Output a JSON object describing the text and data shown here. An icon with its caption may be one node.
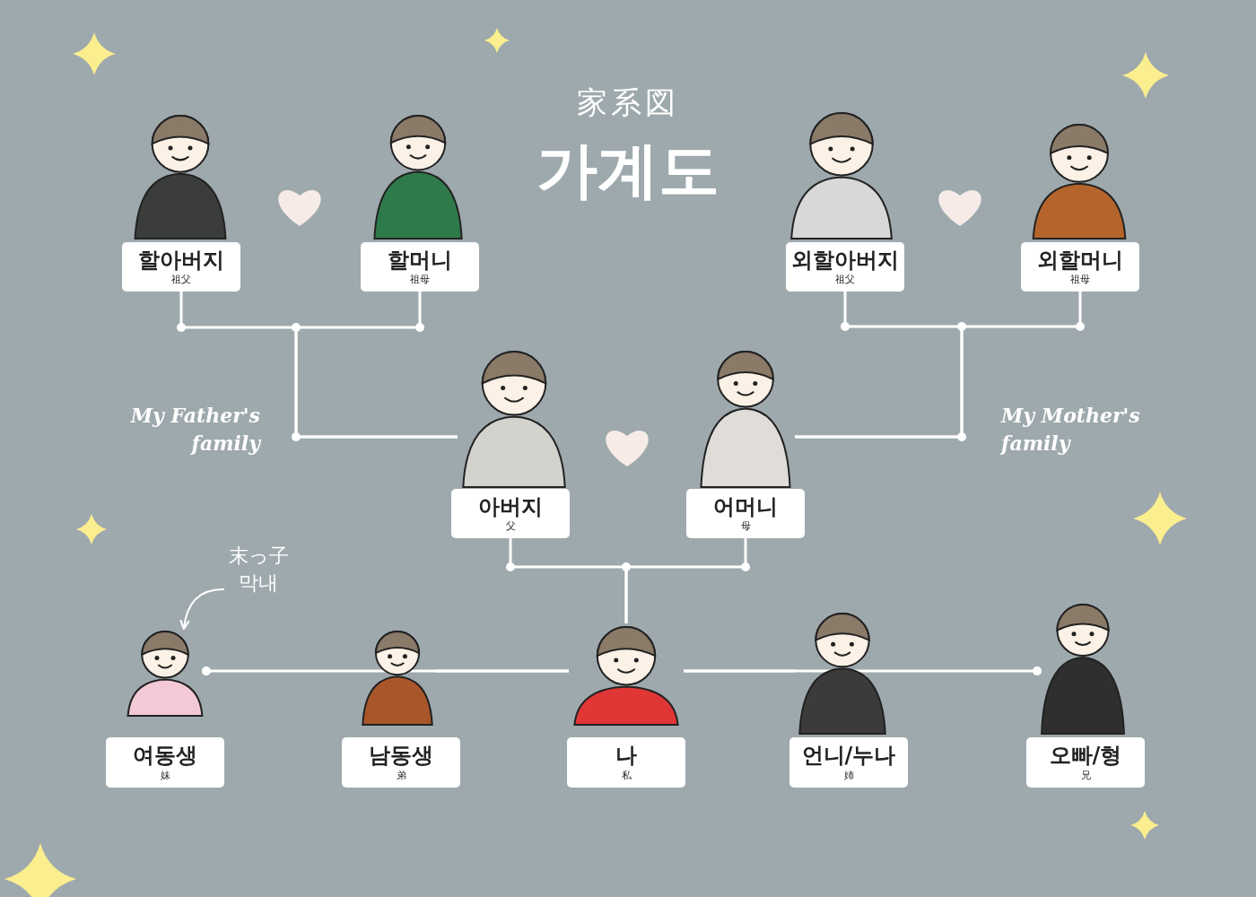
{
  "diagram": {
    "title": "가계도",
    "nodes": [
      {
        "text": [],
        "shape": "person"
      },
      {
        "text": [
          "할아버지",
          "祖父"
        ]
      },
      {
        "text": [],
        "shape": "person"
      },
      {
        "text": [
          "할머니",
          "祖母"
        ]
      },
      {
        "text": [],
        "shape": "person"
      },
      {
        "text": [
          "외할아버지",
          "祖父"
        ]
      },
      {
        "text": [],
        "shape": "person"
      },
      {
        "text": [
          "외할머니",
          "祖母"
        ]
      },
      {
        "text": [],
        "shape": "person"
      },
      {
        "text": [
          "아버지",
          "父"
        ]
      },
      {
        "text": [],
        "shape": "person"
      },
      {
        "text": [
          "어머니",
          "母"
        ]
      },
      {
        "text": [],
        "shape": "person"
      },
      {
        "text": [
          "여동생",
          "妹"
        ]
      },
      {
        "text": [],
        "shape": "person"
      },
      {
        "text": [
          "남동생",
          "弟"
        ]
      },
      {
        "text": [],
        "shape": "person"
      },
      {
        "text": [
          "나",
          "私"
        ]
      },
      {
        "text": [],
        "shape": "person"
      },
      {
        "text": [
          "언니/누나",
          "姉"
        ]
      },
      {
        "text": [],
        "shape": "person"
      },
      {
        "text": [
          "오빠/형",
          "兄"
        ]
      },
      {
        "text": [
          "末っ子",
          "막내"
        ]
      }
    ],
    "edges": [
      {
        "from": 1,
        "to": 8,
        "arrow": "none"
      },
      {
        "from": 3,
        "to": 8,
        "arrow": "none"
      },
      {
        "from": 5,
        "to": 10,
        "arrow": "none"
      },
      {
        "from": 7,
        "to": 10,
        "arrow": "none"
      },
      {
        "from": 9,
        "to": 16,
        "arrow": "none"
      },
      {
        "from": 11,
        "to": 16,
        "arrow": "none"
      },
      {
        "from": 16,
        "to": 12,
        "arrow": "other"
      },
      {
        "from": 16,
        "to": 14,
        "arrow": "none"
      },
      {
        "from": 16,
        "to": 18,
        "arrow": "none"
      },
      {
        "from": 16,
        "to": 20,
        "arrow": "other"
      },
      {
        "from": 22,
        "to": 12,
        "arrow": "to"
      }
    ],
    "labels": [
      "家系図",
      "My Father's family",
      "My Mother's family"
    ]
  }
}
